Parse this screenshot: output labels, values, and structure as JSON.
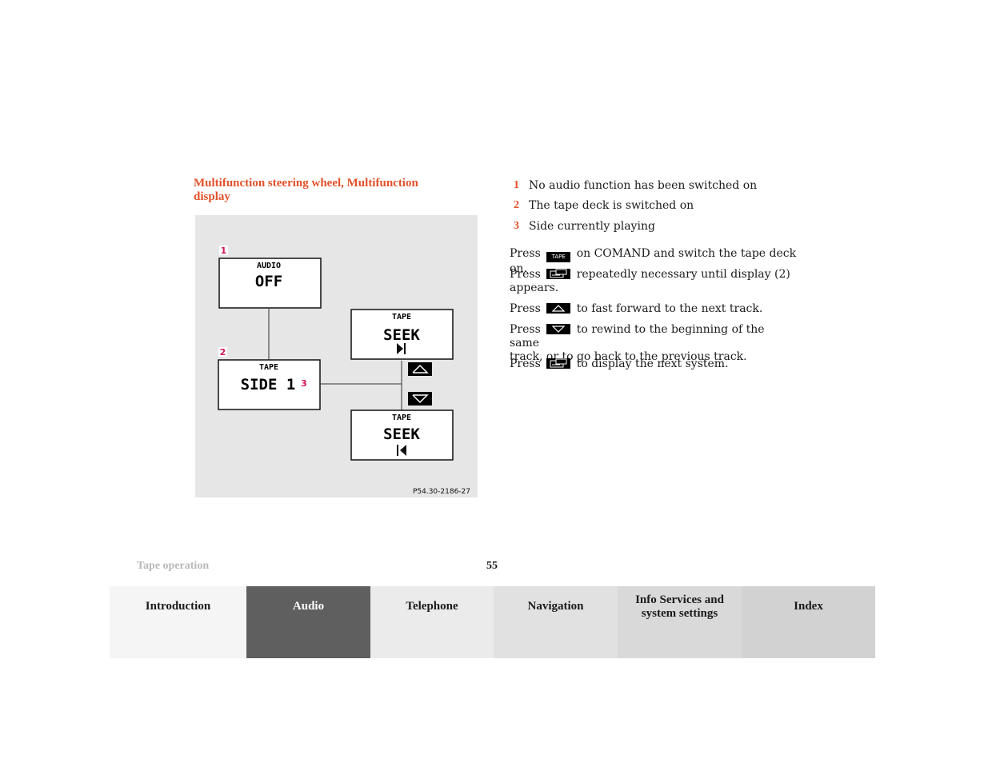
{
  "heading": "Multifunction steering wheel, Multifunction display",
  "figure": {
    "callouts": [
      "1",
      "2",
      "3"
    ],
    "display_off": {
      "title": "AUDIO",
      "value": "OFF"
    },
    "display_side": {
      "title": "TAPE",
      "value": "SIDE 1"
    },
    "display_ff": {
      "title": "TAPE",
      "value": "SEEK"
    },
    "display_rew": {
      "title": "TAPE",
      "value": "SEEK"
    },
    "ref_code": "P54.30-2186-27"
  },
  "legend": [
    {
      "num": "1",
      "text": "No audio function has been switched on"
    },
    {
      "num": "2",
      "text": "The tape deck is switched on"
    },
    {
      "num": "3",
      "text": "Side currently playing"
    }
  ],
  "instructions": {
    "i1": {
      "pre": "Press",
      "key_label": "TAPE",
      "post": "on COMAND and switch the tape deck on."
    },
    "i2": {
      "pre": "Press",
      "key_icon": "display-system-icon",
      "post": "repeatedly necessary until display (2)",
      "post2": "appears."
    },
    "i3": {
      "pre": "Press",
      "key_icon": "arrow-up-icon",
      "post": "to fast forward to the next track."
    },
    "i4": {
      "pre": "Press",
      "key_icon": "arrow-down-icon",
      "post": "to rewind to the beginning of the same",
      "post2": "track, or to go back to the previous track."
    },
    "i5": {
      "pre": "Press",
      "key_icon": "display-system-icon",
      "post": "to display the next system."
    }
  },
  "footer": {
    "section": "Tape operation",
    "page": "55"
  },
  "tabs": [
    {
      "label": "Introduction",
      "label2": "",
      "bg": "#f5f5f5",
      "color": "#1a1a1a"
    },
    {
      "label": "Audio",
      "label2": "",
      "bg": "#5f5f5f",
      "color": "#ffffff"
    },
    {
      "label": "Telephone",
      "label2": "",
      "bg": "#ebebeb",
      "color": "#1a1a1a"
    },
    {
      "label": "Navigation",
      "label2": "",
      "bg": "#e1e1e1",
      "color": "#1a1a1a"
    },
    {
      "label": "Info Services and",
      "label2": "system settings",
      "bg": "#d9d9d9",
      "color": "#1a1a1a"
    },
    {
      "label": "Index",
      "label2": "",
      "bg": "#d2d2d2",
      "color": "#1a1a1a"
    }
  ],
  "colors": {
    "accent": "#e2512a",
    "callout": "#d4145a",
    "figure_bg": "#e6e6e6"
  }
}
